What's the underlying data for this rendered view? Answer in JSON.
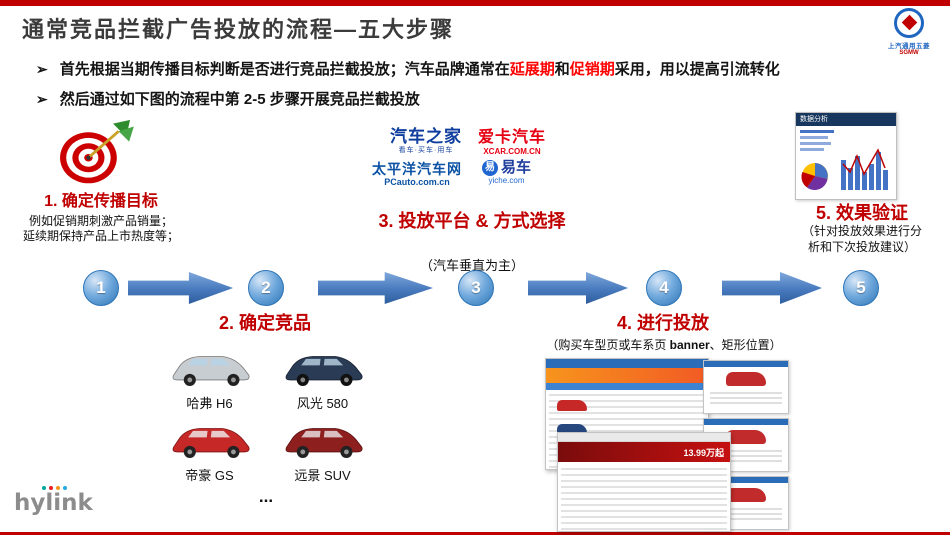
{
  "slide": {
    "title": "通常竞品拦截广告投放的流程—五大步骤",
    "bullet_marker": "➢",
    "bullet1": {
      "p1": "首先根据当期传播目标判断是否进行竞品拦截投放；汽车品牌通常在",
      "p2": "延展期",
      "p3": "和",
      "p4": "促销期",
      "p5": "采用，用以提高引流转化"
    },
    "bullet2": "然后通过如下图的流程中第 2-5 步骤开展竞品拦截投放"
  },
  "flow": {
    "numbers": [
      "1",
      "2",
      "3",
      "4",
      "5"
    ]
  },
  "step1": {
    "title": "1. 确定传播目标",
    "desc1": "例如促销期刺激产品销量；",
    "desc2": "延续期保持产品上市热度等；"
  },
  "step2": {
    "title": "2. 确定竞品",
    "cars": [
      {
        "name": "哈弗 H6"
      },
      {
        "name": "风光 580"
      },
      {
        "name": "帝豪 GS"
      },
      {
        "name": "远景 SUV"
      }
    ],
    "more": "..."
  },
  "step3": {
    "title": "3. 投放平台 & 方式选择",
    "desc": "（汽车垂直为主）",
    "platforms": {
      "autohome": {
        "name": "汽车之家",
        "tagline": "看车·买车·用车"
      },
      "xcar": {
        "name": "爱卡汽车",
        "domain": "XCAR.COM.CN"
      },
      "pcauto": {
        "name": "太平洋汽车网",
        "domain": "PCauto.com.cn"
      },
      "yiche": {
        "name": "易车",
        "icon": "易",
        "domain": "yiche.com"
      }
    }
  },
  "step4": {
    "title": "4. 进行投放",
    "desc_pre": "（购买车型页或车系页 ",
    "desc_bold": "banner",
    "desc_post": "、矩形位置）",
    "screenshot_banner": "13.99万起"
  },
  "step5": {
    "title": "5. 效果验证",
    "desc": "（针对投放效果进行分析和下次投放建议）",
    "dashboard_title": "数据分析"
  },
  "brand": {
    "hylink": "hylink",
    "sgmw_name": "上汽通用五菱",
    "sgmw_abbr": "SGMW"
  },
  "colors": {
    "accent_red": "#C00000",
    "highlight_red": "#FF0000",
    "flow_blue": "#4779BD"
  }
}
